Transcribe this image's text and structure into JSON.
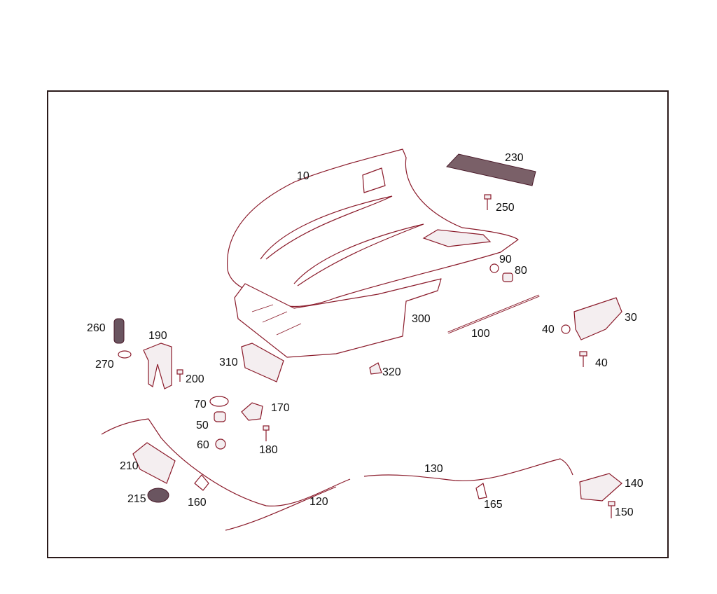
{
  "labels": {
    "p10": "10",
    "p230": "230",
    "p250": "250",
    "p90": "90",
    "p80": "80",
    "p30": "30",
    "p300": "300",
    "p100": "100",
    "p40a": "40",
    "p40b": "40",
    "p260": "260",
    "p270": "270",
    "p190": "190",
    "p200": "200",
    "p310": "310",
    "p320": "320",
    "p70": "70",
    "p50": "50",
    "p60": "60",
    "p170": "170",
    "p180": "180",
    "p210": "210",
    "p215": "215",
    "p160": "160",
    "p120": "120",
    "p130": "130",
    "p165": "165",
    "p140": "140",
    "p150": "150"
  }
}
